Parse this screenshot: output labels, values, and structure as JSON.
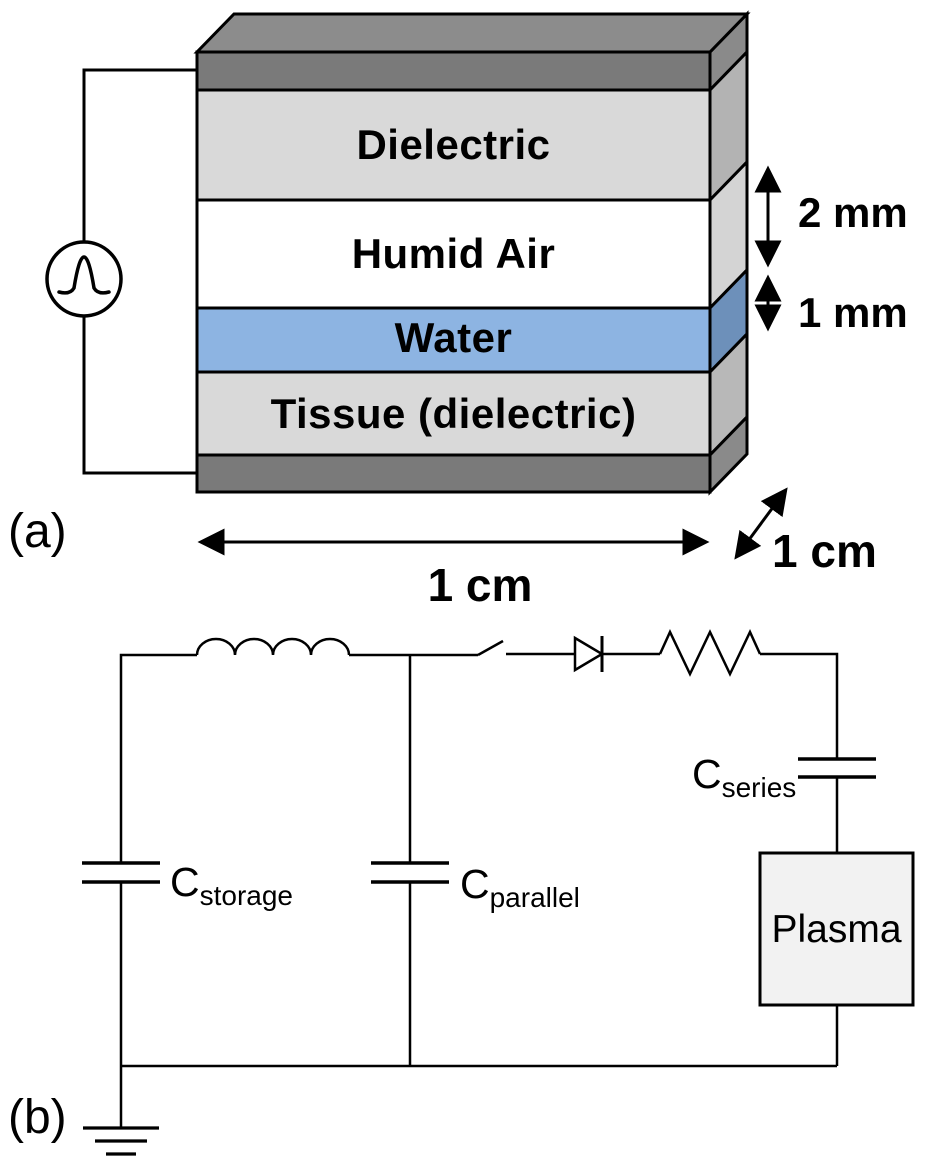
{
  "panel_a": {
    "label": "(a)",
    "stack": {
      "layers": [
        {
          "name": "top-electrode",
          "label": ""
        },
        {
          "name": "dielectric",
          "label": "Dielectric"
        },
        {
          "name": "humid-air",
          "label": "Humid Air"
        },
        {
          "name": "water",
          "label": "Water"
        },
        {
          "name": "tissue",
          "label": "Tissue (dielectric)"
        },
        {
          "name": "bottom-electrode",
          "label": ""
        }
      ]
    },
    "dimensions": {
      "air_gap": "2 mm",
      "water_depth": "1 mm",
      "width": "1 cm",
      "depth": "1 cm"
    }
  },
  "panel_b": {
    "label": "(b)",
    "capacitors": {
      "storage": {
        "symbol": "C",
        "subscript": "storage"
      },
      "parallel": {
        "symbol": "C",
        "subscript": "parallel"
      },
      "series": {
        "symbol": "C",
        "subscript": "series"
      }
    },
    "plasma_label": "Plasma"
  },
  "colors": {
    "electrode_front": "#7a7a7a",
    "electrode_top": "#8c8c8c",
    "electrode_side": "#8a8a8a",
    "dielectric_front": "#d9d9d9",
    "dielectric_side": "#b3b3b3",
    "air_front": "#ffffff",
    "air_side": "#d4d4d4",
    "water_front": "#8db4e2",
    "water_side": "#6d90ba",
    "tissue_front": "#d9d9d9",
    "tissue_side": "#b8b8b8",
    "plasma_fill": "#f2f2f2",
    "line_color": "#000000"
  }
}
